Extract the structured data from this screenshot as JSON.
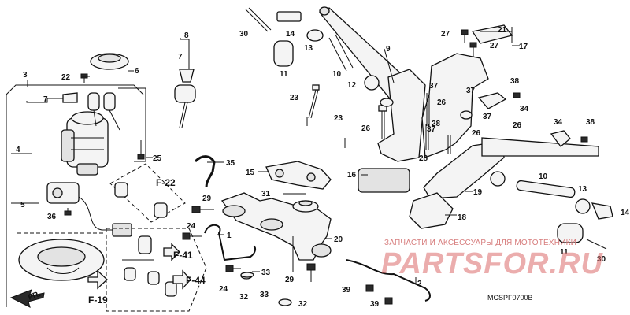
{
  "callouts": {
    "c1": "1",
    "c2": "2",
    "c3": "3",
    "c4": "4",
    "c5": "5",
    "c6": "6",
    "c7a": "7",
    "c7b": "7",
    "c8": "8",
    "c9": "9",
    "c10a": "10",
    "c10b": "10",
    "c11a": "11",
    "c11b": "11",
    "c12": "12",
    "c13a": "13",
    "c13b": "13",
    "c14": "14",
    "c15": "15",
    "c16": "16",
    "c17": "17",
    "c18": "18",
    "c19": "19",
    "c20": "20",
    "c21": "21",
    "c22": "22",
    "c23a": "23",
    "c23b": "23",
    "c24a": "24",
    "c24b": "24",
    "c25": "25",
    "c26a": "26",
    "c26b": "26",
    "c26c": "26",
    "c26d": "26",
    "c27a": "27",
    "c27b": "27",
    "c28a": "28",
    "c28b": "28",
    "c29a": "29",
    "c29b": "29",
    "c30a": "30",
    "c30b": "30",
    "c31": "31",
    "c32a": "32",
    "c32b": "32",
    "c33a": "33",
    "c33b": "33",
    "c34a": "34",
    "c34b": "34",
    "c35": "35",
    "c36": "36",
    "c37a": "37",
    "c37b": "37",
    "c37c": "37",
    "c37d": "37",
    "c38a": "38",
    "c38b": "38",
    "c39a": "39",
    "c39b": "39"
  },
  "references": {
    "f22": "F-22",
    "f41": "F-41",
    "f44": "F-44",
    "f19": "F-19",
    "fr": "FR."
  },
  "watermark": {
    "line1": "ЗАПЧАСТИ И АКСЕССУАРЫ ДЛЯ МОТОТЕХНИКИ",
    "line2": "PARTSFOR.RU"
  },
  "diagram_code": "MCSPF0700B"
}
